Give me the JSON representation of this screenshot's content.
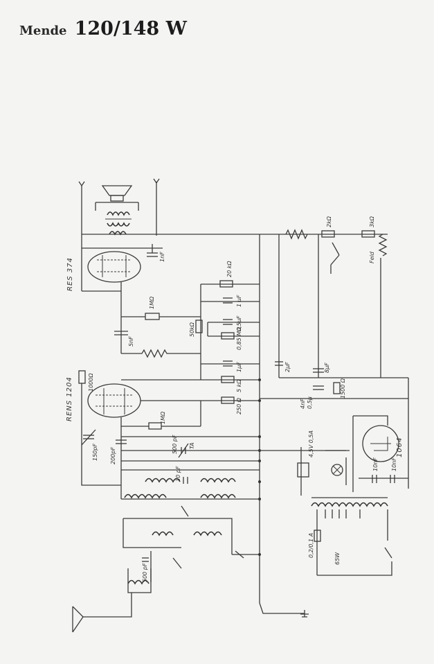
{
  "header": {
    "brand": "Mende",
    "model": "120/148 W"
  },
  "tubes": {
    "output": "RES 374",
    "detector": "RENS 1204",
    "rectifier": "1064"
  },
  "labels": {
    "r_2k": "2kΩ",
    "r_3k": "3kΩ",
    "feld": "Feld",
    "c_1nf": "1nF",
    "r_20k": "20 kΩ",
    "c_1uf_a": "1 μF",
    "r_1m": "1MΩ",
    "c_5nf": "5nF",
    "r_50k": "50kΩ",
    "c_05uf": "0,5μF",
    "r_085m": "0,85 MΩ",
    "c_2uf": "2μF",
    "c_8uf": "8μF",
    "c_1uf_b": "1μF",
    "r_5k": "5 kΩ",
    "r_250": "250 Ω",
    "c_4nf": "0,5μ",
    "c_4nf_b": "4nF",
    "r_1500": "1500 Ω",
    "r_1000": "1000Ω",
    "r_1m_b": "1MΩ",
    "c_150pf": "150pF",
    "c_200pf": "200pF",
    "c_500pf": "500 pF",
    "sw_ta": "TA",
    "c_30pf": "30 pF",
    "c_10nf_a": "10nF",
    "c_10nf_b": "10nF",
    "lamp": "4,5V 0,5A",
    "fuse": "0,2/0,1 A",
    "power": "65W",
    "trim_500": "500 pF"
  }
}
